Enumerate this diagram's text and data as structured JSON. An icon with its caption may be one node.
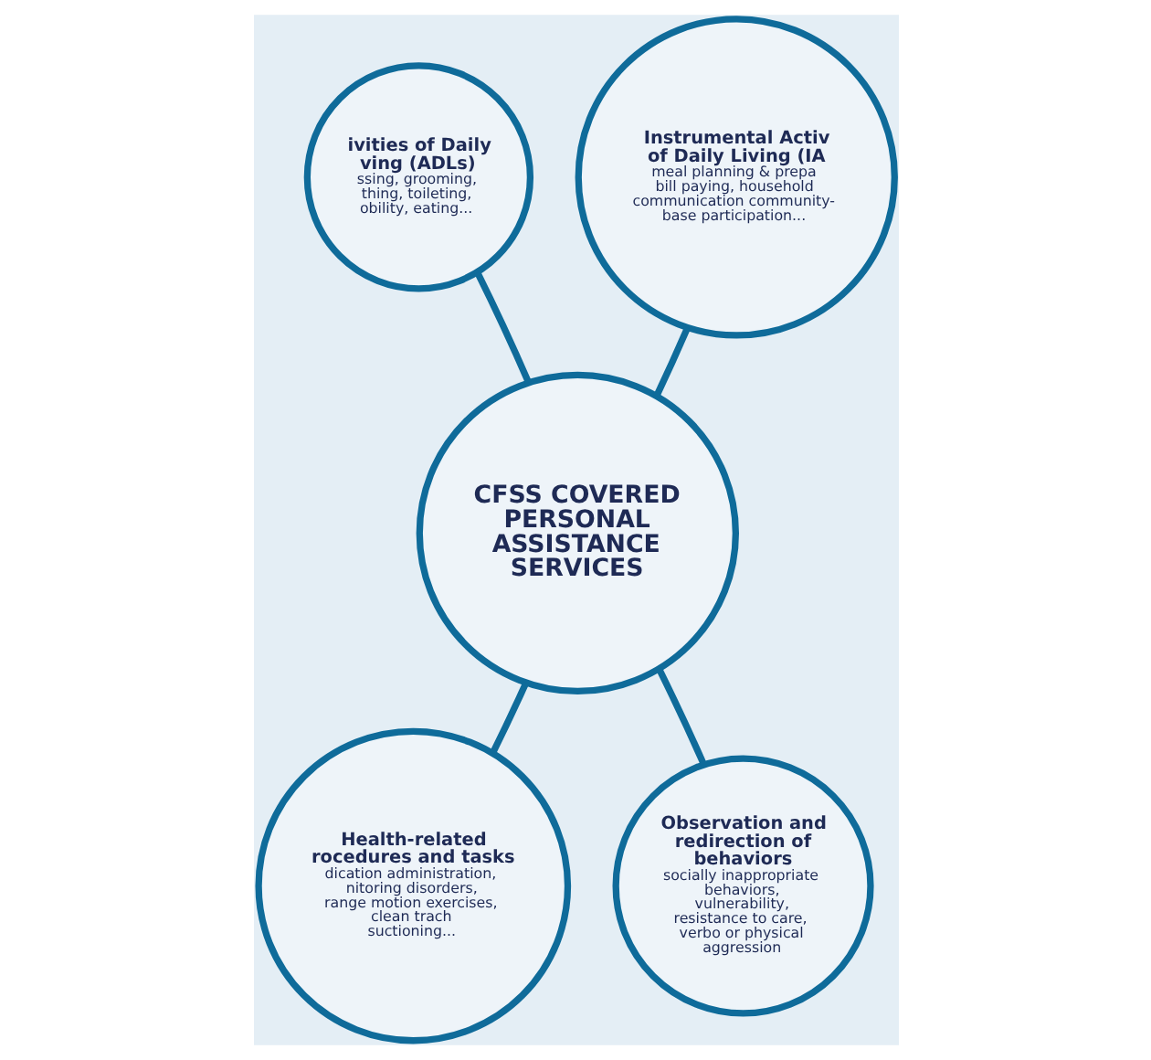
{
  "diagram": {
    "nodes": [
      {
        "text": [
          "ivities of Daily ving (ADLs)",
          "ssing, grooming, thing, toileting, obility, eating..."
        ]
      },
      {
        "text": [
          "Instrumental Activ of Daily Living (IA",
          "meal planning & prepa bill paying, household communication community-base participation..."
        ]
      },
      {
        "text": [
          "CFSS COVERED PERSONAL ASSISTANCE SERVICES"
        ]
      },
      {
        "text": [
          "Health-related rocedures and tasks",
          "dication administration, nitoring disorders, range motion exercises, clean trach suctioning..."
        ]
      },
      {
        "text": [
          "Observation and redirection of behaviors",
          "socially inappropriate behaviors, vulnerability, resistance to care, verbo or physical aggression"
        ]
      }
    ],
    "edges": [
      {
        "from": 2,
        "to": 0,
        "arrow": "none"
      },
      {
        "from": 2,
        "to": 1,
        "arrow": "none"
      },
      {
        "from": 2,
        "to": 3,
        "arrow": "none"
      },
      {
        "from": 2,
        "to": 4,
        "arrow": "none"
      }
    ]
  }
}
